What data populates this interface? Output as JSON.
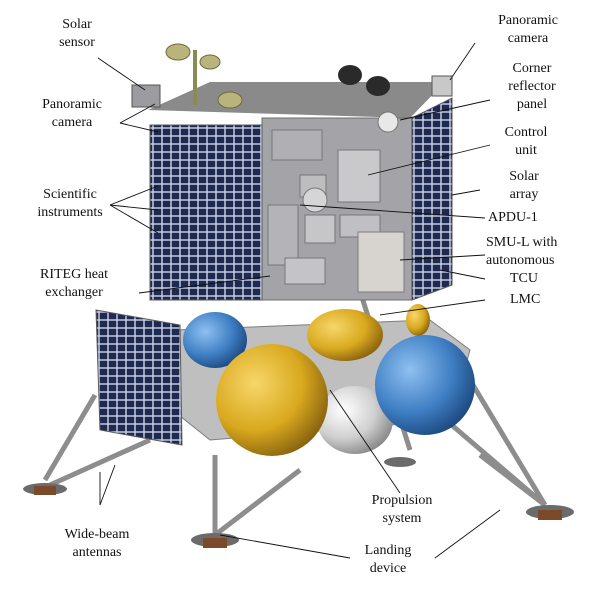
{
  "labels": {
    "solar_sensor": [
      "Solar",
      "sensor"
    ],
    "panoramic_camera_left": [
      "Panoramic",
      "camera"
    ],
    "scientific_instruments": [
      "Scientific",
      "instruments"
    ],
    "riteg": [
      "RITEG heat",
      "exchanger"
    ],
    "wide_beam": [
      "Wide-beam",
      "antennas"
    ],
    "panoramic_camera_right": [
      "Panoramic",
      "camera"
    ],
    "corner_reflector": [
      "Corner",
      "reflector",
      "panel"
    ],
    "control_unit": [
      "Control",
      "unit"
    ],
    "solar_array": [
      "Solar",
      "array"
    ],
    "apdu": "APDU-1",
    "smu": [
      "SMU-L with",
      "autonomous"
    ],
    "tcu": "TCU",
    "lmc": "LMC",
    "propulsion": [
      "Propulsion",
      "system"
    ],
    "landing": [
      "Landing",
      "device"
    ]
  },
  "colors": {
    "solar_cell": "#1e2a52",
    "body": "#9a9aa0",
    "tank_yellow": "#d9a91e",
    "tank_blue": "#3f7fc4",
    "tank_silver": "#d4d4d4",
    "leader": "#111111"
  }
}
